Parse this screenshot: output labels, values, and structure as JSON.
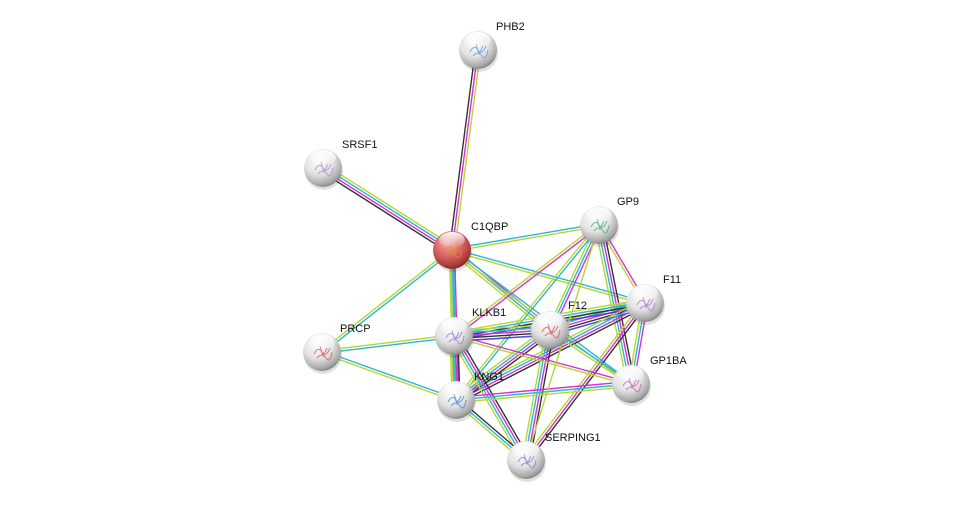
{
  "network": {
    "type": "protein-interaction-network",
    "query_protein": "C1QBP",
    "evidence_colors": {
      "database": "#28b8d6",
      "experiments": "#d630d6",
      "textmining": "#b8d630",
      "coexpression": "#333333",
      "cooccurrence": "#3333dd",
      "neighborhood": "#22aa22"
    },
    "nodes": [
      {
        "id": "PHB2",
        "label": "PHB2",
        "color": "#e0e0e0",
        "glyph": "#6aa0d8"
      },
      {
        "id": "SRSF1",
        "label": "SRSF1",
        "color": "#e0e0e0",
        "glyph": "#b090d0"
      },
      {
        "id": "C1QBP",
        "label": "C1QBP",
        "color": "#d96060",
        "glyph": "#e08a30"
      },
      {
        "id": "GP9",
        "label": "GP9",
        "color": "#e0e0e0",
        "glyph": "#50b080"
      },
      {
        "id": "F11",
        "label": "F11",
        "color": "#e0e0e0",
        "glyph": "#b080d0"
      },
      {
        "id": "F12",
        "label": "F12",
        "color": "#e0e0e0",
        "glyph": "#d06060"
      },
      {
        "id": "KLKB1",
        "label": "KLKB1",
        "color": "#e0e0e0",
        "glyph": "#a080d0"
      },
      {
        "id": "PRCP",
        "label": "PRCP",
        "color": "#e0e0e0",
        "glyph": "#d06060"
      },
      {
        "id": "GP1BA",
        "label": "GP1BA",
        "color": "#e0e0e0",
        "glyph": "#c070c0"
      },
      {
        "id": "KNG1",
        "label": "KNG1",
        "color": "#e0e0e0",
        "glyph": "#5090d0"
      },
      {
        "id": "SERPING1",
        "label": "SERPING1",
        "color": "#e0e0e0",
        "glyph": "#a080c0"
      }
    ],
    "edges": [
      {
        "source": "C1QBP",
        "target": "PHB2",
        "evidence": [
          "coexpression",
          "experiments",
          "textmining"
        ]
      },
      {
        "source": "C1QBP",
        "target": "SRSF1",
        "evidence": [
          "coexpression",
          "experiments",
          "database",
          "textmining"
        ]
      },
      {
        "source": "C1QBP",
        "target": "GP9",
        "evidence": [
          "database",
          "textmining"
        ]
      },
      {
        "source": "C1QBP",
        "target": "F11",
        "evidence": [
          "database",
          "textmining"
        ]
      },
      {
        "source": "C1QBP",
        "target": "F12",
        "evidence": [
          "experiments",
          "database",
          "textmining"
        ]
      },
      {
        "source": "C1QBP",
        "target": "KLKB1",
        "evidence": [
          "database",
          "textmining"
        ]
      },
      {
        "source": "C1QBP",
        "target": "PRCP",
        "evidence": [
          "database",
          "textmining"
        ]
      },
      {
        "source": "C1QBP",
        "target": "KNG1",
        "evidence": [
          "experiments",
          "database",
          "textmining"
        ]
      },
      {
        "source": "C1QBP",
        "target": "GP1BA",
        "evidence": [
          "database",
          "textmining"
        ]
      },
      {
        "source": "GP9",
        "target": "F11",
        "evidence": [
          "experiments",
          "textmining"
        ]
      },
      {
        "source": "GP9",
        "target": "F12",
        "evidence": [
          "experiments",
          "database",
          "textmining"
        ]
      },
      {
        "source": "GP9",
        "target": "KLKB1",
        "evidence": [
          "experiments",
          "textmining"
        ]
      },
      {
        "source": "GP9",
        "target": "KNG1",
        "evidence": [
          "database",
          "textmining"
        ]
      },
      {
        "source": "GP9",
        "target": "GP1BA",
        "evidence": [
          "coexpression",
          "experiments",
          "database",
          "textmining"
        ]
      },
      {
        "source": "F11",
        "target": "F12",
        "evidence": [
          "cooccurrence",
          "coexpression",
          "experiments",
          "database",
          "textmining"
        ]
      },
      {
        "source": "F11",
        "target": "KLKB1",
        "evidence": [
          "cooccurrence",
          "coexpression",
          "database",
          "textmining"
        ]
      },
      {
        "source": "F11",
        "target": "KNG1",
        "evidence": [
          "coexpression",
          "experiments",
          "database",
          "textmining"
        ]
      },
      {
        "source": "F11",
        "target": "GP1BA",
        "evidence": [
          "experiments",
          "database",
          "textmining"
        ]
      },
      {
        "source": "F11",
        "target": "SERPING1",
        "evidence": [
          "coexpression",
          "experiments",
          "textmining"
        ]
      },
      {
        "source": "F12",
        "target": "KLKB1",
        "evidence": [
          "cooccurrence",
          "coexpression",
          "experiments",
          "database",
          "textmining"
        ]
      },
      {
        "source": "F12",
        "target": "KNG1",
        "evidence": [
          "coexpression",
          "experiments",
          "database",
          "textmining"
        ]
      },
      {
        "source": "F12",
        "target": "GP1BA",
        "evidence": [
          "database",
          "textmining"
        ]
      },
      {
        "source": "F12",
        "target": "SERPING1",
        "evidence": [
          "coexpression",
          "experiments",
          "database",
          "textmining"
        ]
      },
      {
        "source": "KLKB1",
        "target": "PRCP",
        "evidence": [
          "database",
          "textmining"
        ]
      },
      {
        "source": "KLKB1",
        "target": "KNG1",
        "evidence": [
          "coexpression",
          "experiments",
          "database",
          "textmining"
        ]
      },
      {
        "source": "KLKB1",
        "target": "GP1BA",
        "evidence": [
          "experiments",
          "textmining"
        ]
      },
      {
        "source": "KLKB1",
        "target": "SERPING1",
        "evidence": [
          "coexpression",
          "experiments",
          "database",
          "textmining"
        ]
      },
      {
        "source": "PRCP",
        "target": "KNG1",
        "evidence": [
          "database",
          "textmining"
        ]
      },
      {
        "source": "KNG1",
        "target": "GP1BA",
        "evidence": [
          "experiments",
          "database",
          "textmining"
        ]
      },
      {
        "source": "KNG1",
        "target": "SERPING1",
        "evidence": [
          "coexpression",
          "database",
          "textmining"
        ]
      },
      {
        "source": "GP9",
        "target": "SERPING1",
        "evidence": [
          "textmining"
        ]
      }
    ]
  }
}
